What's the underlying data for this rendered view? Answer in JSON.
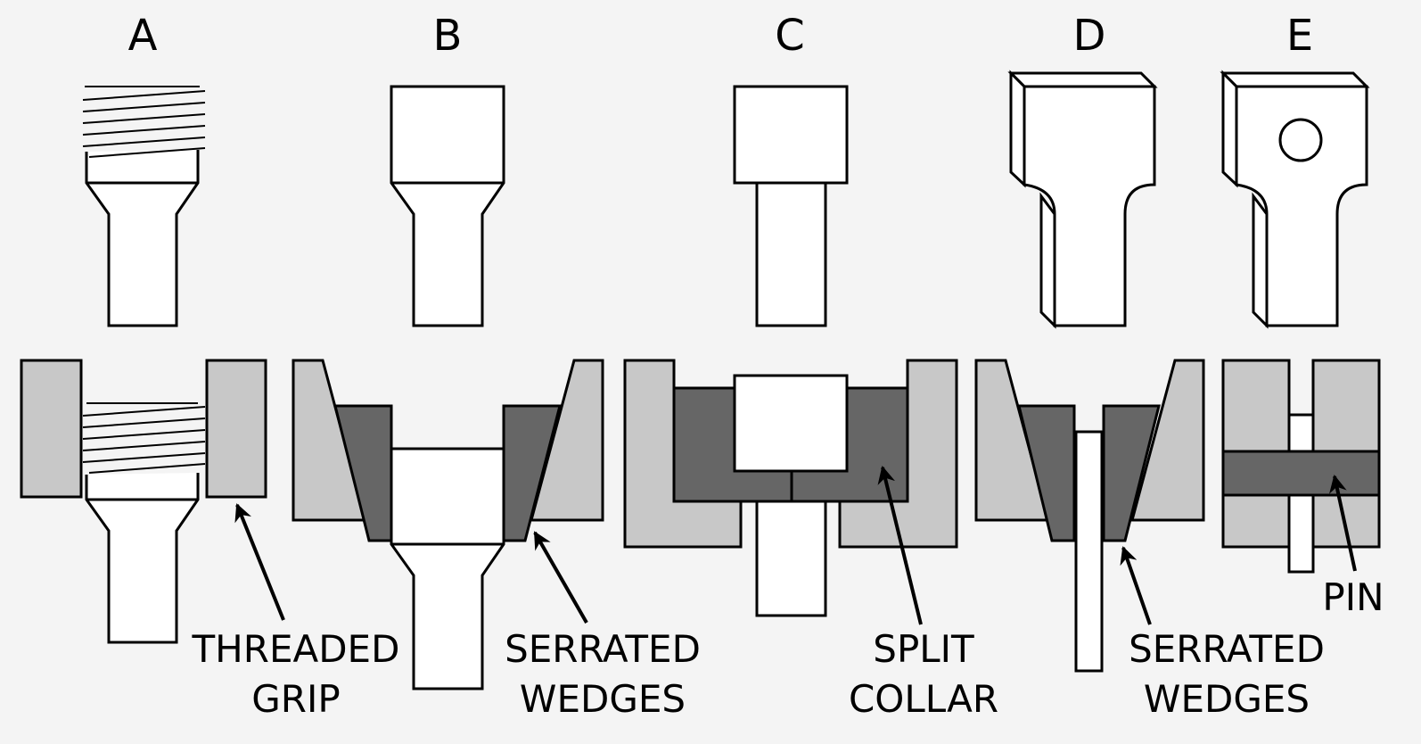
{
  "diagram": {
    "panels": [
      {
        "letter": "A",
        "caption_line1": "THREADED",
        "caption_line2": "GRIP"
      },
      {
        "letter": "B",
        "caption_line1": "SERRATED",
        "caption_line2": "WEDGES"
      },
      {
        "letter": "C",
        "caption_line1": "SPLIT",
        "caption_line2": "COLLAR"
      },
      {
        "letter": "D",
        "caption_line1": "SERRATED",
        "caption_line2": "WEDGES"
      },
      {
        "letter": "E",
        "caption_line1": "PIN"
      }
    ],
    "colors": {
      "grip": "#c8c8c8",
      "insert": "#666666",
      "specimen": "#ffffff",
      "outline": "#000000"
    }
  }
}
